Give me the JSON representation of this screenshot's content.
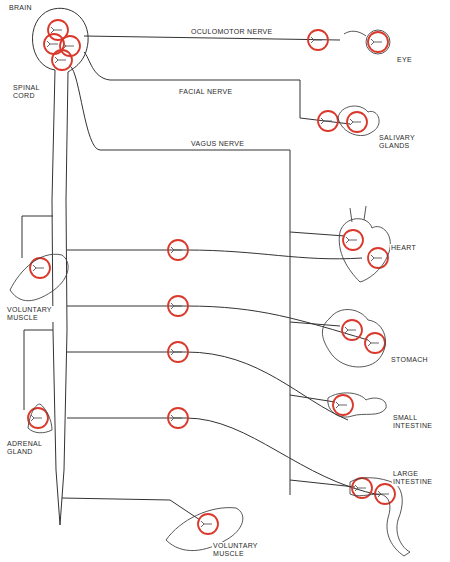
{
  "diagram": {
    "labels": [
      "BRAIN",
      "OCULOMOTOR NERVE",
      "EYE",
      "SPINAL CORD",
      "FACIAL NERVE",
      "SALIVARY GLANDS",
      "VAGUS NERVE",
      "HEART",
      "VOLUNTARY MUSCLE",
      "STOMACH",
      "SMALL INTESTINE",
      "ADRENAL GLAND",
      "LARGE INTESTINE",
      "VOLUNTARY MUSCLE"
    ]
  }
}
